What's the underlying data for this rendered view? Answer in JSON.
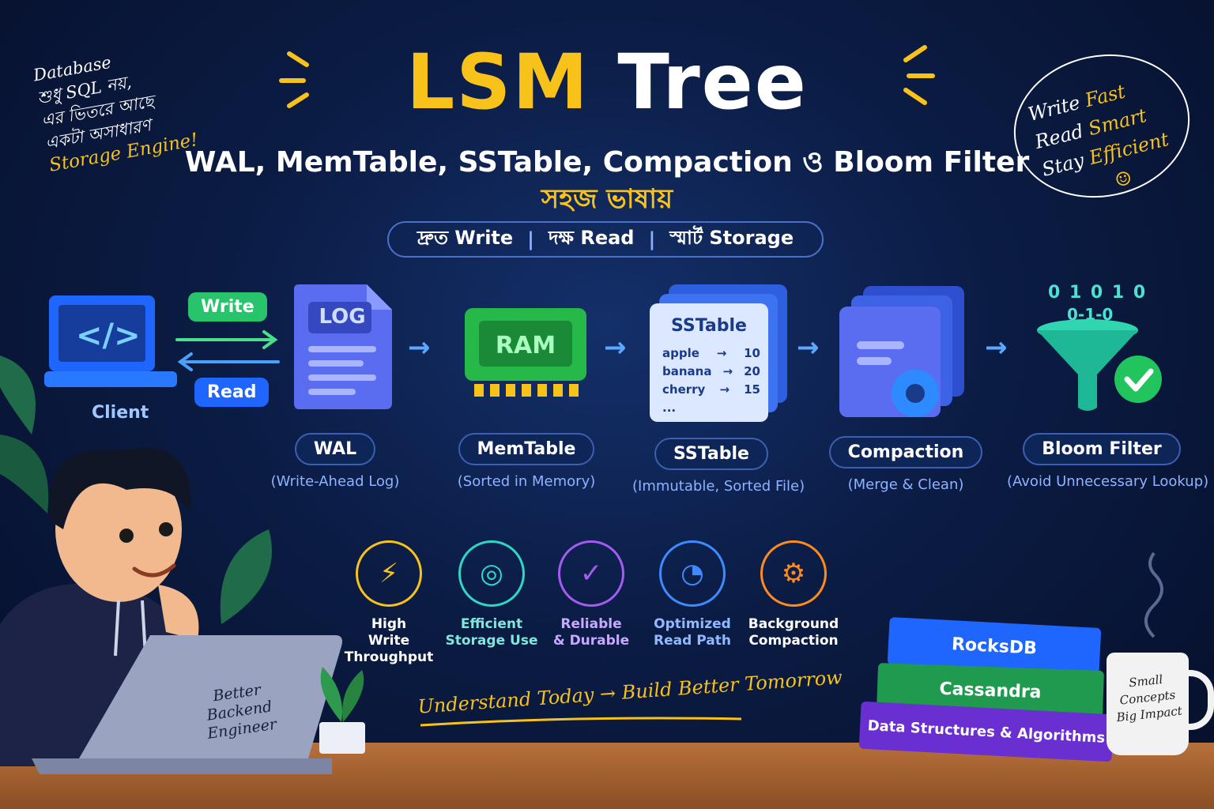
{
  "header": {
    "title_part1": "LSM",
    "title_part2": "Tree",
    "subtitle": "WAL, MemTable, SSTable, Compaction ও Bloom Filter",
    "subtitle_bn": "সহজ ভাষায়",
    "pill": [
      "দ্রুত Write",
      "দক্ষ Read",
      "স্মার্ট Storage"
    ],
    "pill_sep": "|"
  },
  "note_left": {
    "lines": [
      "Database",
      "শুধু SQL নয়,",
      "এর ভিতরে আছে",
      "একটা অসাধারণ"
    ],
    "highlight": "Storage Engine!"
  },
  "note_right": {
    "line1_a": "Write",
    "line1_b": "Fast",
    "line2_a": "Read",
    "line2_b": "Smart",
    "line3_a": "Stay",
    "line3_b": "Efficient",
    "smiley": "☺"
  },
  "client": {
    "label": "Client",
    "code_glyph": "</>",
    "write_chip": "Write",
    "read_chip": "Read"
  },
  "stages": [
    {
      "icon_text": "LOG",
      "name": "WAL",
      "desc": "(Write-Ahead Log)"
    },
    {
      "icon_text": "RAM",
      "name": "MemTable",
      "desc": "(Sorted in Memory)"
    },
    {
      "icon_text": "SSTable",
      "name": "SSTable",
      "desc": "(Immutable, Sorted File)"
    },
    {
      "icon_text": "",
      "name": "Compaction",
      "desc": "(Merge & Clean)"
    },
    {
      "icon_text": "",
      "name": "Bloom Filter",
      "desc": "(Avoid Unnecessary Lookup)"
    }
  ],
  "sstable_rows": [
    {
      "key": "apple",
      "value": "10"
    },
    {
      "key": "banana",
      "value": "20"
    },
    {
      "key": "cherry",
      "value": "15"
    },
    {
      "key": "...",
      "value": ""
    }
  ],
  "bloom_bits": {
    "row1": "0 1 0 1 0",
    "row2": "0-1-0"
  },
  "arrow_glyph": "→",
  "features": [
    {
      "icon": "⚡",
      "line1": "High",
      "line2": "Write Throughput",
      "color": "#f7c21a"
    },
    {
      "icon": "◎",
      "line1": "Efficient",
      "line2": "Storage Use",
      "color": "#2fd6c4"
    },
    {
      "icon": "✓",
      "line1": "Reliable",
      "line2": "& Durable",
      "color": "#a45cf0"
    },
    {
      "icon": "◔",
      "line1": "Optimized",
      "line2": "Read Path",
      "color": "#3d8bff"
    },
    {
      "icon": "⚙",
      "line1": "Background",
      "line2": "Compaction",
      "color": "#ff8a1f"
    }
  ],
  "tagline": {
    "left": "Understand Today",
    "arrow": "→",
    "right": "Build Better Tomorrow"
  },
  "laptop_sticker": [
    "Better",
    "Backend",
    "Engineer"
  ],
  "books": [
    "RocksDB",
    "Cassandra",
    "Data Structures & Algorithms"
  ],
  "mug": [
    "Small",
    "Concepts",
    "Big Impact"
  ]
}
